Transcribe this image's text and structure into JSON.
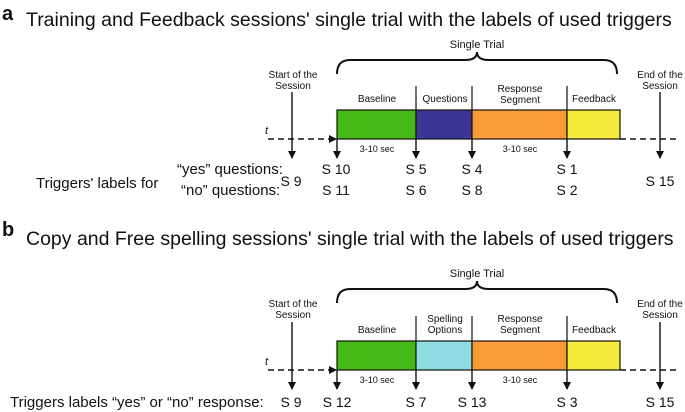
{
  "colors": {
    "baseline": "#46b916",
    "questions": "#3c3596",
    "spelling_options": "#8fdbe2",
    "response": "#f89c38",
    "feedback": "#f6ea3d",
    "ink": "#111111"
  },
  "panel_a": {
    "letter": "a",
    "title": "Training and Feedback sessions' single trial with the labels of used triggers",
    "single_trial": "Single Trial",
    "start_line1": "Start of the",
    "start_line2": "Session",
    "end_line1": "End of the",
    "end_line2": "Session",
    "time_label": "t",
    "seg_baseline": "Baseline",
    "seg_questions": "Questions",
    "seg_response_line1": "Response",
    "seg_response_line2": "Segment",
    "seg_feedback": "Feedback",
    "dur_baseline": "3-10 sec",
    "dur_response": "3-10 sec",
    "triggers_label": "Triggers' labels for",
    "yes_label": "“yes” questions:",
    "no_label": "“no” questions:",
    "trig_start": "S 9",
    "yes_baseline": "S 10",
    "no_baseline": "S 11",
    "yes_questions": "S 5",
    "no_questions": "S 6",
    "yes_response": "S 4",
    "no_response": "S 8",
    "yes_feedback": "S 1",
    "no_feedback": "S 2",
    "trig_end": "S 15"
  },
  "panel_b": {
    "letter": "b",
    "title": "Copy and Free spelling sessions' single trial with the labels of used triggers",
    "single_trial": "Single Trial",
    "start_line1": "Start of the",
    "start_line2": "Session",
    "end_line1": "End of the",
    "end_line2": "Session",
    "time_label": "t",
    "seg_baseline": "Baseline",
    "seg_spelling_line1": "Spelling",
    "seg_spelling_line2": "Options",
    "seg_response_line1": "Response",
    "seg_response_line2": "Segment",
    "seg_feedback": "Feedback",
    "dur_baseline": "3-10 sec",
    "dur_response": "3-10 sec",
    "triggers_label": "Triggers labels “yes” or “no” response:",
    "trig_start": "S 9",
    "trig_baseline": "S 12",
    "trig_spelling": "S 7",
    "trig_response": "S 13",
    "trig_feedback": "S 3",
    "trig_end": "S 15"
  }
}
